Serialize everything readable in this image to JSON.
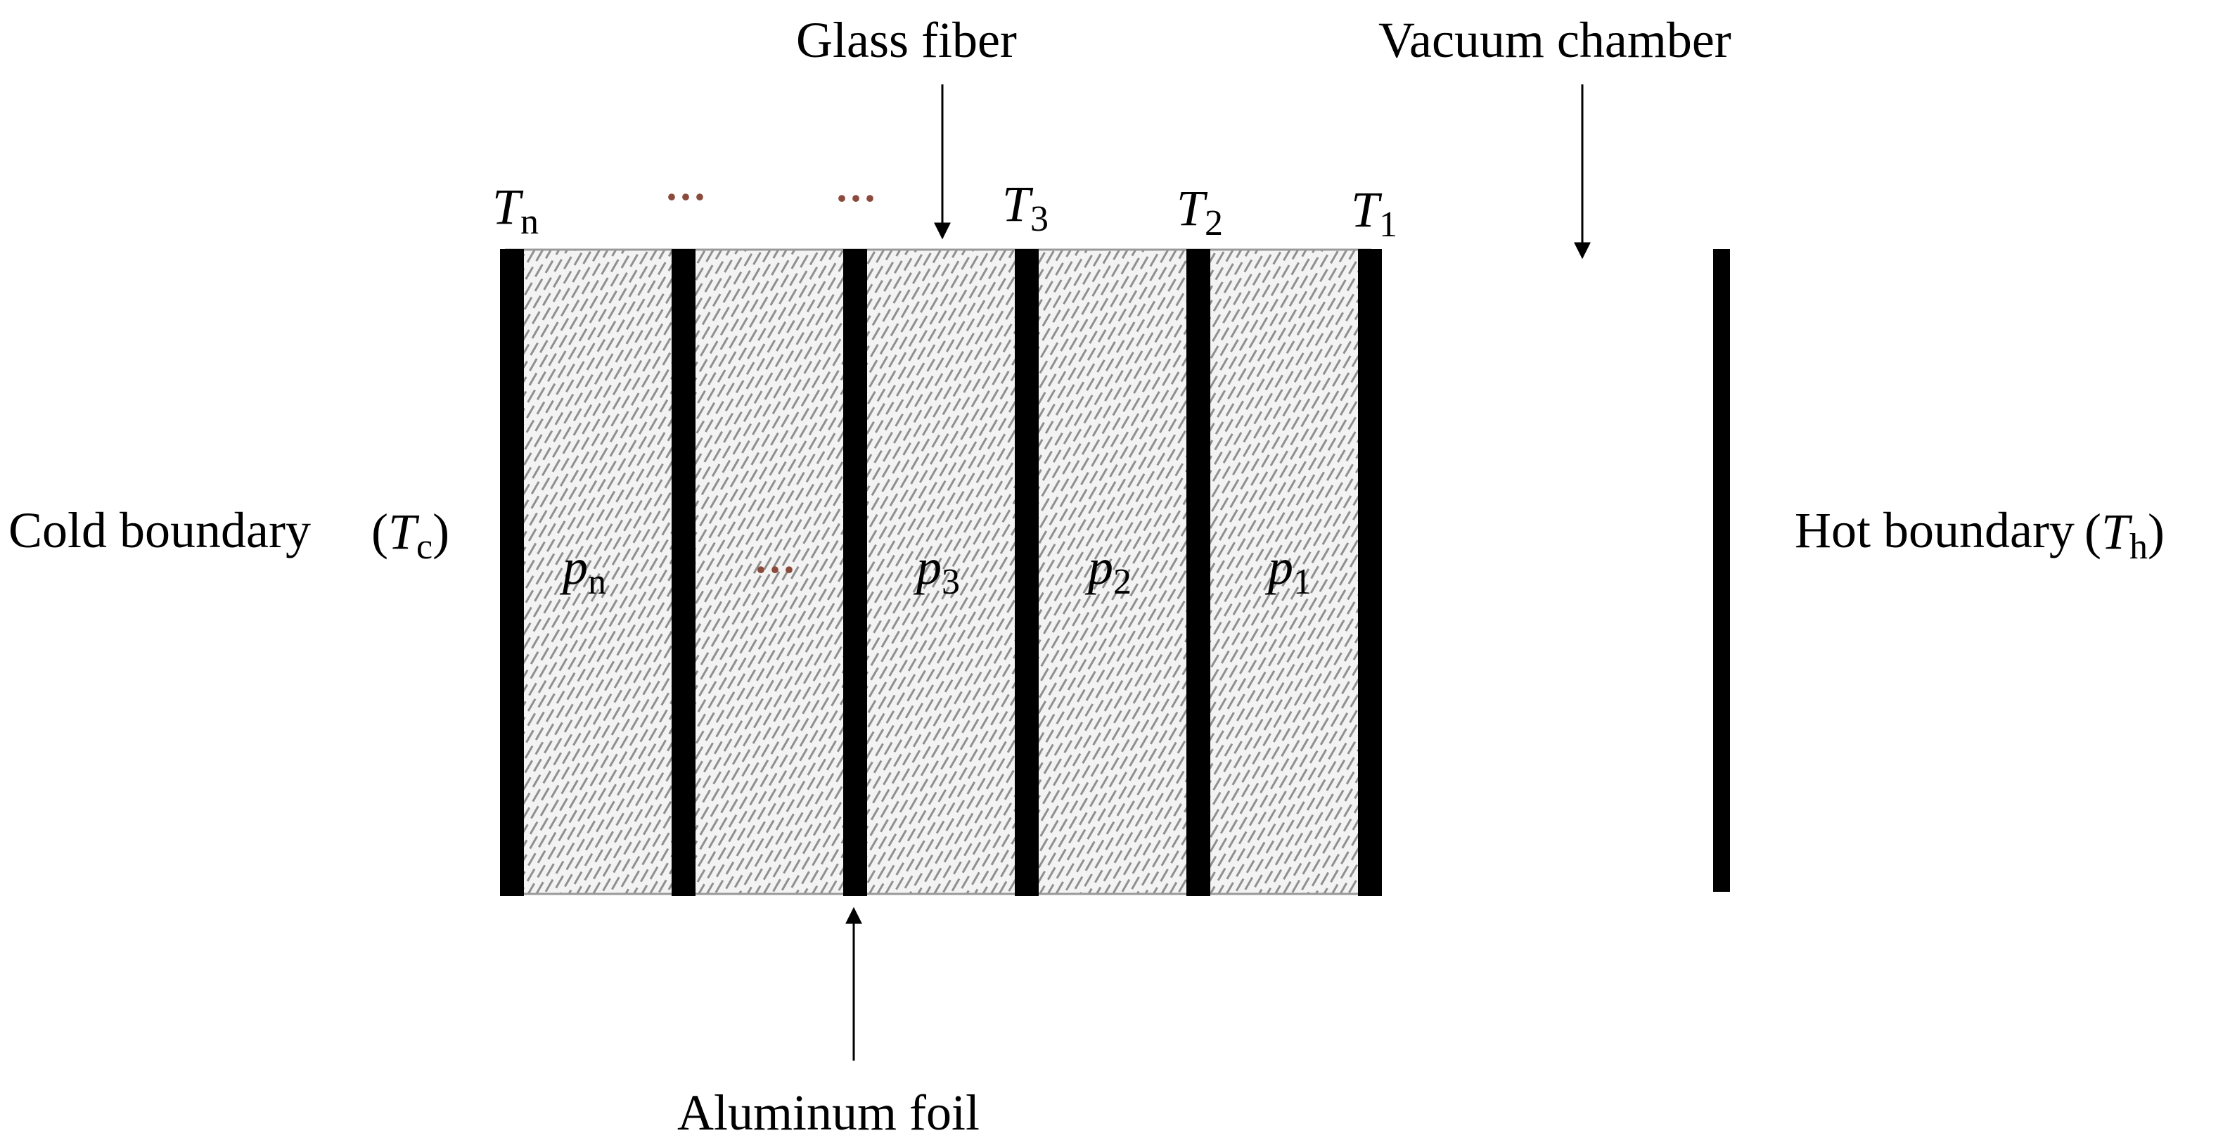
{
  "labels": {
    "glass_fiber": "Glass fiber",
    "vacuum_chamber": "Vacuum chamber",
    "aluminum_foil": "Aluminum foil",
    "cold_boundary": "Cold boundary",
    "hot_boundary": "Hot boundary",
    "ellipsis": "···"
  },
  "symbols": {
    "T": "T",
    "p": "p",
    "cold_sub": "c",
    "hot_sub": "h",
    "sub_n": "n",
    "sub_1": "1",
    "sub_2": "2",
    "sub_3": "3",
    "open_paren": "(",
    "close_paren": ")"
  },
  "colors": {
    "foil": "#000000",
    "fiber_hatch": "#9a9a9a",
    "fiber_bg": "#f2f2f2",
    "ellipsis": "#8a4b3c",
    "text": "#000000"
  }
}
